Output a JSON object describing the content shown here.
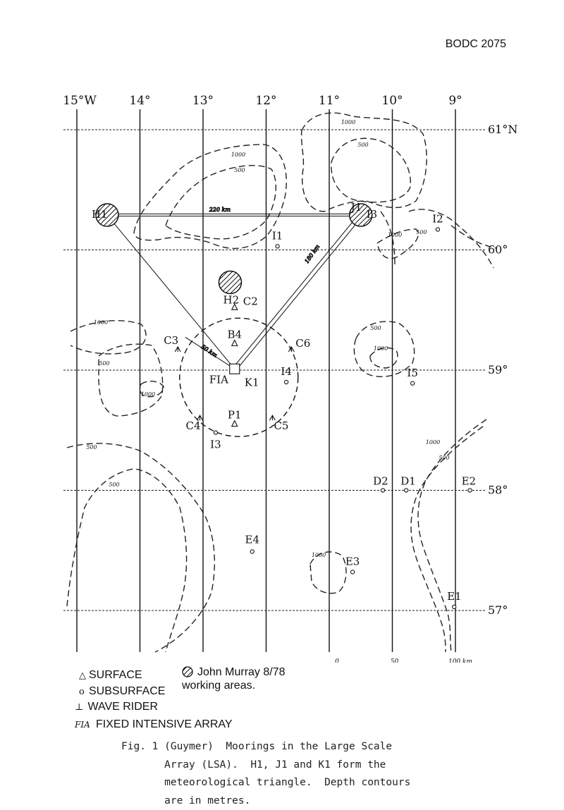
{
  "document_id": "BODC 2075",
  "longitudes": [
    {
      "label": "15°W",
      "value": -15
    },
    {
      "label": "14°",
      "value": -14
    },
    {
      "label": "13°",
      "value": -13
    },
    {
      "label": "12°",
      "value": -12
    },
    {
      "label": "11°",
      "value": -11
    },
    {
      "label": "10°",
      "value": -10
    },
    {
      "label": "9°",
      "value": -9
    }
  ],
  "latitudes": [
    {
      "label": "61°N",
      "value": 61
    },
    {
      "label": "60°",
      "value": 60
    },
    {
      "label": "59°",
      "value": 59
    },
    {
      "label": "58°",
      "value": 58
    },
    {
      "label": "57°",
      "value": 57
    }
  ],
  "stations": [
    {
      "id": "H1",
      "label": "H1",
      "lon": -14.52,
      "lat": 60.29,
      "symbol": "hatched-area"
    },
    {
      "id": "J1",
      "label": "J1",
      "lon": -10.5,
      "lat": 60.29,
      "symbol": "hatched-area"
    },
    {
      "id": "I3-north",
      "label": "I3",
      "lon": -10.5,
      "lat": 60.29,
      "symbol": "none"
    },
    {
      "id": "I1",
      "label": "I1",
      "lon": -11.82,
      "lat": 60.03,
      "symbol": "subsurface"
    },
    {
      "id": "I2",
      "label": "I2",
      "lon": -9.28,
      "lat": 60.17,
      "symbol": "subsurface"
    },
    {
      "id": "H2",
      "label": "H2",
      "lon": -12.57,
      "lat": 59.73,
      "symbol": "hatched-area"
    },
    {
      "id": "C2",
      "label": "C2",
      "lon": -12.5,
      "lat": 59.52,
      "symbol": "surface"
    },
    {
      "id": "B4",
      "label": "B4",
      "lon": -12.5,
      "lat": 59.22,
      "symbol": "surface"
    },
    {
      "id": "C3",
      "label": "C3",
      "lon": -13.4,
      "lat": 59.17,
      "symbol": "wave-rider"
    },
    {
      "id": "C6",
      "label": "C6",
      "lon": -11.6,
      "lat": 59.17,
      "symbol": "wave-rider"
    },
    {
      "id": "FIA",
      "label": "FIA",
      "lon": -12.5,
      "lat": 59.01,
      "symbol": "fia-square"
    },
    {
      "id": "K1",
      "label": "K1",
      "lon": -12.5,
      "lat": 59.01,
      "symbol": "none"
    },
    {
      "id": "I4",
      "label": "I4",
      "lon": -11.68,
      "lat": 58.9,
      "symbol": "subsurface"
    },
    {
      "id": "I5",
      "label": "I5",
      "lon": -9.68,
      "lat": 58.89,
      "symbol": "subsurface"
    },
    {
      "id": "C4",
      "label": "C4",
      "lon": -13.05,
      "lat": 58.6,
      "symbol": "wave-rider"
    },
    {
      "id": "P1",
      "label": "P1",
      "lon": -12.5,
      "lat": 58.55,
      "symbol": "surface"
    },
    {
      "id": "I3",
      "label": "I3",
      "lon": -12.8,
      "lat": 58.48,
      "symbol": "subsurface"
    },
    {
      "id": "C5",
      "label": "C5",
      "lon": -11.9,
      "lat": 58.6,
      "symbol": "wave-rider"
    },
    {
      "id": "D2",
      "label": "D2",
      "lon": -10.15,
      "lat": 58.0,
      "symbol": "subsurface"
    },
    {
      "id": "D1",
      "label": "D1",
      "lon": -9.78,
      "lat": 58.0,
      "symbol": "subsurface"
    },
    {
      "id": "E2",
      "label": "E2",
      "lon": -8.77,
      "lat": 58.0,
      "symbol": "subsurface"
    },
    {
      "id": "E4",
      "label": "E4",
      "lon": -12.22,
      "lat": 57.49,
      "symbol": "subsurface"
    },
    {
      "id": "E3",
      "label": "E3",
      "lon": -10.63,
      "lat": 57.32,
      "symbol": "subsurface"
    },
    {
      "id": "E1",
      "label": "E1",
      "lon": -9.02,
      "lat": 57.03,
      "symbol": "subsurface"
    }
  ],
  "triangle_labels": {
    "h1_k1_distance": "220 km",
    "k1_j1_distance": "180 km",
    "radius": "50 km"
  },
  "contour_labels": [
    "1000",
    "500",
    "1000",
    "500",
    "1000",
    "500",
    "1000",
    "500",
    "1000",
    "500",
    "1000",
    "500",
    "500",
    "1000",
    "500",
    "1000"
  ],
  "scale_bar": {
    "labels": [
      "0",
      "50",
      "100 km"
    ]
  },
  "legend": {
    "surface_symbol": "△",
    "surface": "SURFACE",
    "subsurface_symbol": "o",
    "subsurface": "SUBSURFACE",
    "wave_rider_symbol": "⊥",
    "wave_rider": "WAVE RIDER",
    "fia_symbol": "FIA",
    "fia": "FIXED INTENSIVE ARRAY",
    "john_murray": "John Murray 8/78",
    "working_areas": "working areas."
  },
  "caption": {
    "line1": "Fig. 1 (Guymer)  Moorings in the Large Scale",
    "line2": "       Array (LSA).  H1, J1 and K1 form the",
    "line3": "       meteorological triangle.  Depth contours",
    "line4": "       are in metres."
  }
}
